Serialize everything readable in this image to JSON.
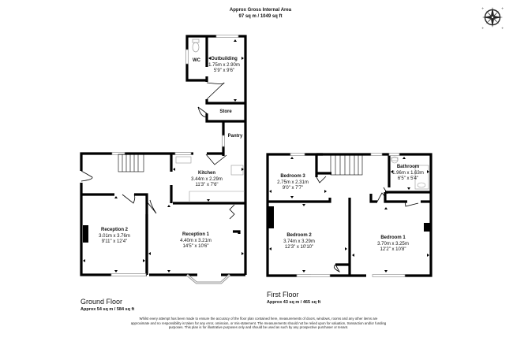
{
  "header": {
    "gross_area_label": "Approx Gross Internal Area",
    "gross_area_value": "97 sq m / 1049 sq ft"
  },
  "compass": {
    "icon": "compass-rose-icon"
  },
  "ground_floor": {
    "title": "Ground Floor",
    "area": "Approx 54 sq m / 584 sq ft",
    "rooms": [
      {
        "name": "Outbuilding",
        "metric": "1.75m x 2.90m",
        "imperial": "5'9\" x 9'6\""
      },
      {
        "name": "WC"
      },
      {
        "name": "Store"
      },
      {
        "name": "Pantry"
      },
      {
        "name": "Kitchen",
        "metric": "3.44m x 2.29m",
        "imperial": "11'3\" x 7'6\""
      },
      {
        "name": "Reception 2",
        "metric": "3.01m x 3.76m",
        "imperial": "9'11\" x 12'4\""
      },
      {
        "name": "Reception 1",
        "metric": "4.40m x 3.21m",
        "imperial": "14'5\" x 10'6\""
      }
    ]
  },
  "first_floor": {
    "title": "First Floor",
    "area": "Approx 43 sq m / 465 sq ft",
    "rooms": [
      {
        "name": "Bedroom 3",
        "metric": "2.75m x 2.31m",
        "imperial": "9'0\" x 7'7\""
      },
      {
        "name": "Bathroom",
        "metric": "1.96m x 1.63m",
        "imperial": "6'5\" x 5'4\""
      },
      {
        "name": "Bedroom 2",
        "metric": "3.74m x 3.29m",
        "imperial": "12'3\" x 10'10\""
      },
      {
        "name": "Bedroom 1",
        "metric": "3.70m x 3.25m",
        "imperial": "12'2\" x 10'8\""
      }
    ]
  },
  "disclaimer": "Whilst every attempt has been made to ensure the accuracy of the floor plan contained here, measurements of doors, windows, rooms and any other items are approximate and no responsibility is taken for any error, omission, or mis-statement. The measurements should not be relied upon for valuation, transaction and/or funding purposes. This plan is for illustrative purposes only and should be used as such by any prospective purchaser or tenant.",
  "colors": {
    "wall": "#000000",
    "window": "#bfbfbf",
    "fixture": "#999999",
    "background": "#ffffff"
  }
}
